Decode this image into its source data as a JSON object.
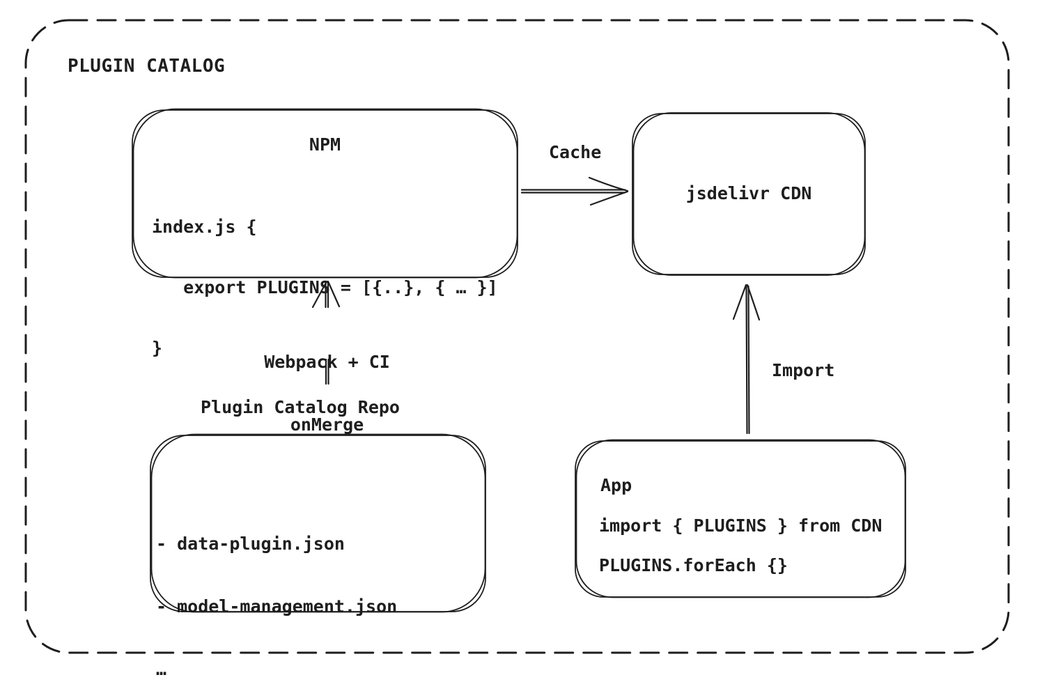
{
  "diagram_title": "PLUGIN CATALOG",
  "colors": {
    "stroke": "#1e1e1e",
    "background": "#ffffff"
  },
  "nodes": {
    "npm": {
      "title": "NPM",
      "code_lines": [
        "index.js {",
        "   export PLUGINS = [{..}, { … }]",
        "}"
      ]
    },
    "cdn": {
      "label": "jsdelivr CDN"
    },
    "repo": {
      "label": "Plugin Catalog Repo",
      "file_lines": [
        "- data-plugin.json",
        "- model-management.json",
        "…"
      ]
    },
    "app": {
      "title": "App",
      "code_lines": [
        "import { PLUGINS } from CDN",
        "PLUGINS.forEach {}"
      ]
    }
  },
  "edges": {
    "cache": {
      "label": "Cache"
    },
    "build": {
      "label_lines": [
        "Webpack + CI",
        "onMerge"
      ]
    },
    "import": {
      "label": "Import"
    }
  }
}
